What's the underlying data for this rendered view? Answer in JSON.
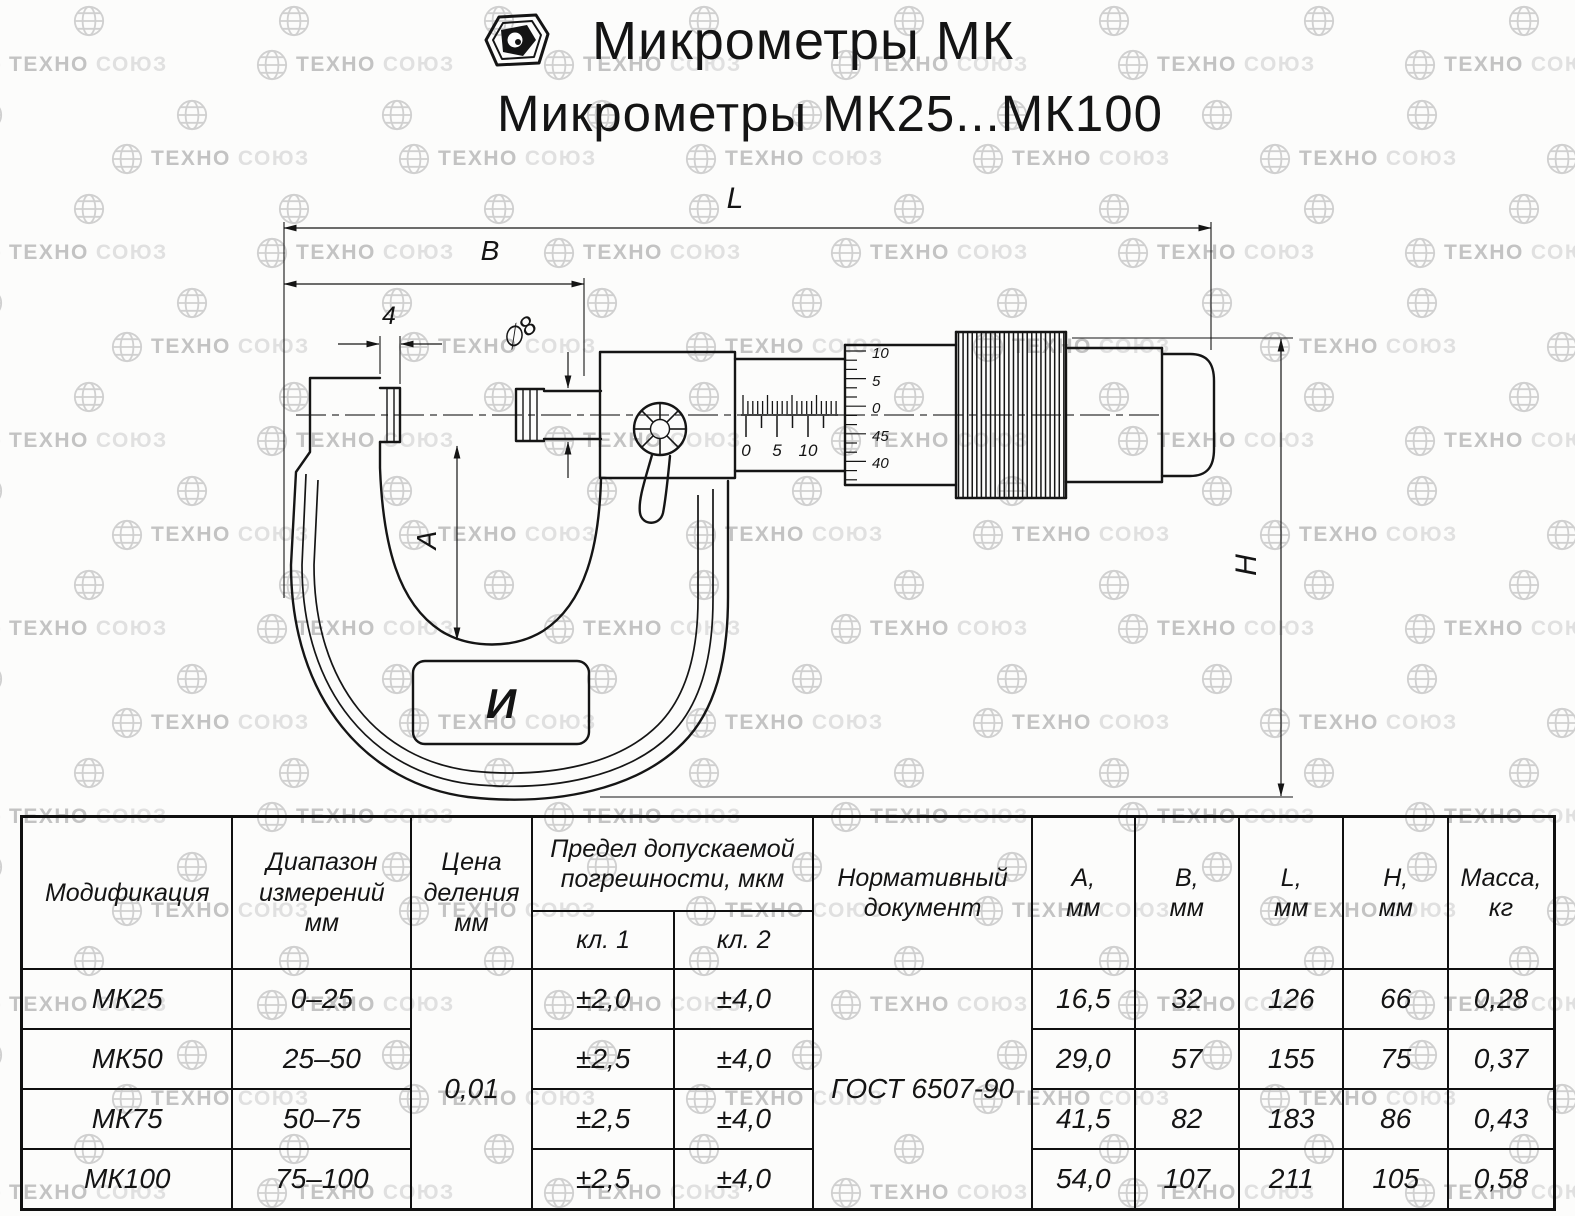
{
  "page": {
    "ink": "#141414",
    "watermark_dark": "#c3c3c3",
    "watermark_light": "#e0e0e0"
  },
  "watermark": {
    "text1": "ТЕХНО",
    "text2": "СОЮЗ"
  },
  "header": {
    "title_line1": "Микрометры МК",
    "title_line2": "Микрометры МК25...МК100"
  },
  "drawing": {
    "dims": {
      "L": "L",
      "B": "B",
      "w4": "4",
      "d8": "∅8",
      "A": "A",
      "H": "H"
    },
    "barrel_scale": [
      "0",
      "5",
      "10"
    ],
    "thimble_scale": [
      "10",
      "5",
      "0",
      "45",
      "40"
    ],
    "plate_logo": "И"
  },
  "table": {
    "headers": {
      "modification": "Модификация",
      "range_lines": [
        "Диапазон",
        "измерений",
        "мм"
      ],
      "division_lines": [
        "Цена",
        "деления",
        "мм"
      ],
      "error_lines": [
        "Предел допускаемой",
        "погрешности, мкм"
      ],
      "class1": "кл. 1",
      "class2": "кл. 2",
      "document_lines": [
        "Нормативный",
        "документ"
      ],
      "colA_lines": [
        "А,",
        "мм"
      ],
      "colB_lines": [
        "В,",
        "мм"
      ],
      "colL_lines": [
        "L,",
        "мм"
      ],
      "colH_lines": [
        "Н,",
        "мм"
      ],
      "mass_lines": [
        "Масса,",
        "кг"
      ]
    },
    "division_value": "0,01",
    "document_value": "ГОСТ 6507-90",
    "rows": [
      {
        "mod": "МК25",
        "range": "0–25",
        "cl1": "±2,0",
        "cl2": "±4,0",
        "A": "16,5",
        "B": "32",
        "L": "126",
        "H": "66",
        "mass": "0,28"
      },
      {
        "mod": "МК50",
        "range": "25–50",
        "cl1": "±2,5",
        "cl2": "±4,0",
        "A": "29,0",
        "B": "57",
        "L": "155",
        "H": "75",
        "mass": "0,37"
      },
      {
        "mod": "МК75",
        "range": "50–75",
        "cl1": "±2,5",
        "cl2": "±4,0",
        "A": "41,5",
        "B": "82",
        "L": "183",
        "H": "86",
        "mass": "0,43"
      },
      {
        "mod": "МК100",
        "range": "75–100",
        "cl1": "±2,5",
        "cl2": "±4,0",
        "A": "54,0",
        "B": "107",
        "L": "211",
        "H": "105",
        "mass": "0,58"
      }
    ]
  }
}
